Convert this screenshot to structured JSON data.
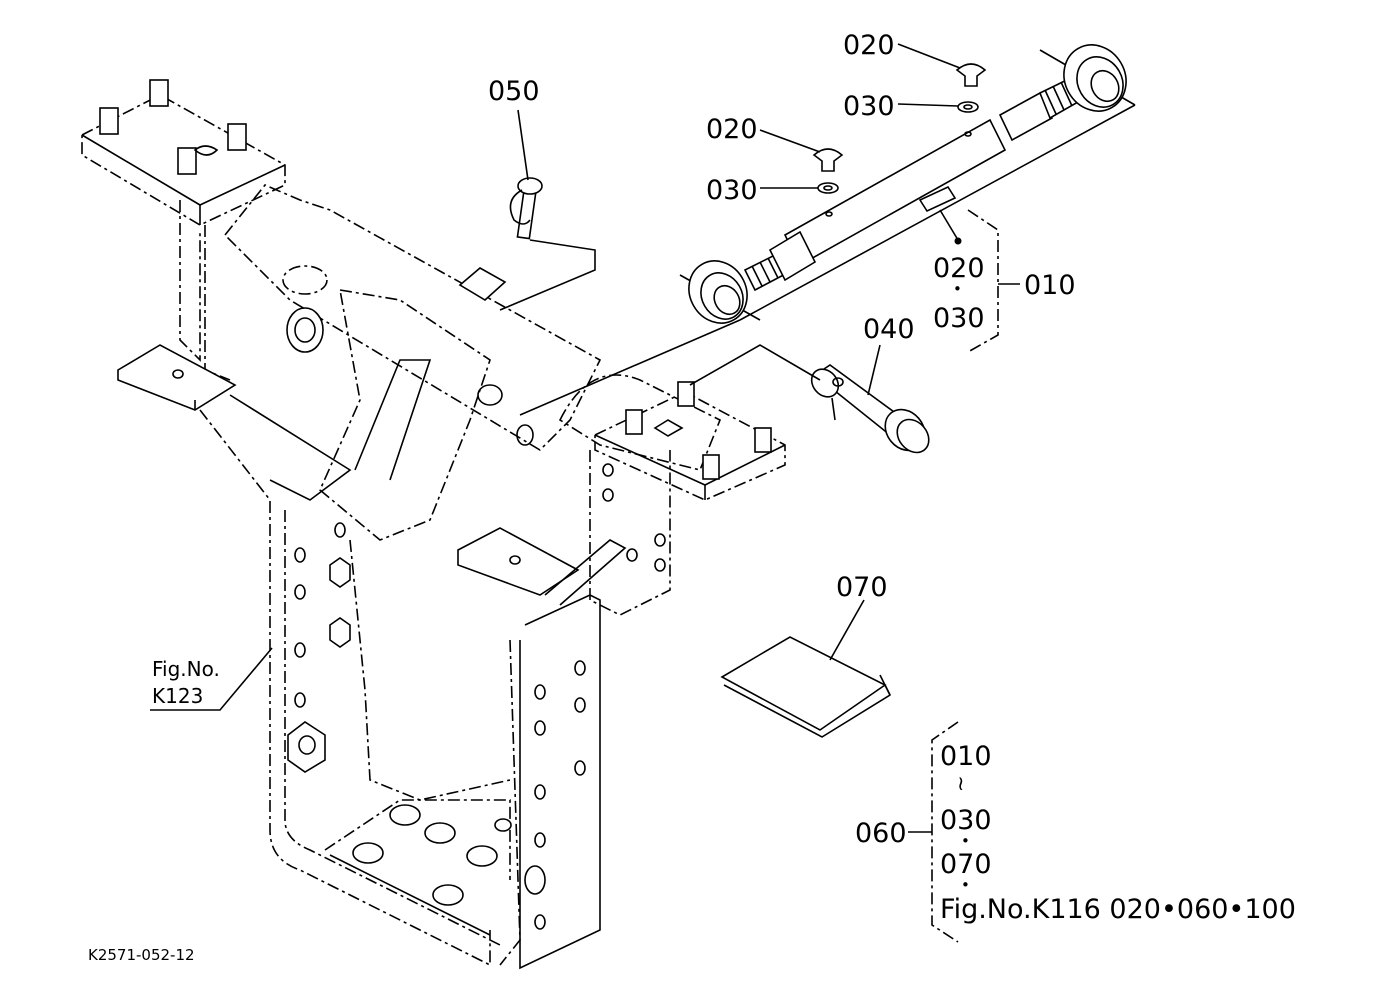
{
  "callouts": {
    "c020a": "020",
    "c030a": "030",
    "c020b": "020",
    "c030b": "030",
    "c050": "050",
    "c040": "040",
    "c070": "070",
    "bracket010": {
      "top": "020",
      "dot": "•",
      "bottom": "030",
      "ref": "010"
    },
    "kit060": {
      "ref": "060",
      "line1": "010",
      "tilde": "≀",
      "line2": "030",
      "dot1": "•",
      "line3": "070",
      "dot2": "•",
      "line4": "Fig.No.K116  020•060•100"
    },
    "figref": {
      "line1": "Fig.No.",
      "line2": "K123"
    }
  },
  "drawing_id": "K2571-052-12"
}
